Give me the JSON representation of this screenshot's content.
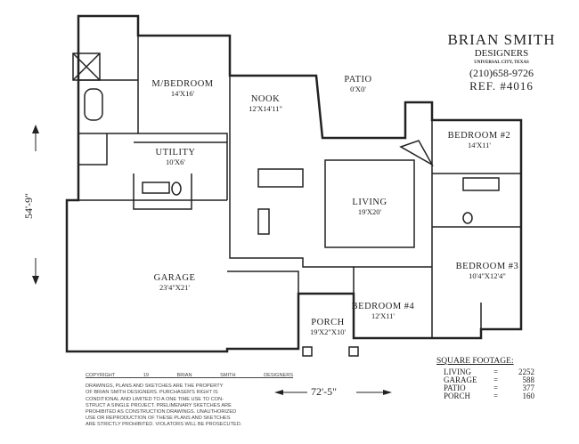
{
  "title": {
    "company": "BRIAN SMITH",
    "sub": "DESIGNERS",
    "city": "UNIVERSAL CITY, TEXAS",
    "phone": "(210)658-9726",
    "ref": "REF. #4016"
  },
  "rooms": [
    {
      "name": "M/BEDROOM",
      "dim": "14'X16'"
    },
    {
      "name": "NOOK",
      "dim": "12'X14'11\""
    },
    {
      "name": "PATIO",
      "dim": "0'X0'"
    },
    {
      "name": "BEDROOM #2",
      "dim": "14'X11'"
    },
    {
      "name": "UTILITY",
      "dim": "10'X6'"
    },
    {
      "name": "LIVING",
      "dim": "19'X20'"
    },
    {
      "name": "GARAGE",
      "dim": "23'4\"X21'"
    },
    {
      "name": "BEDROOM #3",
      "dim": "10'4\"X12'4\""
    },
    {
      "name": "BEDROOM #4",
      "dim": "12'X11'"
    },
    {
      "name": "PORCH",
      "dim": "19'X2\"X10'"
    }
  ],
  "dimensions": {
    "depth": "54'-9\"",
    "width": "72'-5\""
  },
  "copyright": {
    "heading": "COPYRIGHT 19 BRIAN SMITH DESIGNERS",
    "lines": [
      "DRAWINGS, PLANS AND SKETCHES ARE THE PROPERTY",
      "OF BRIAN SMITH DESIGNERS.  PURCHASER'S RIGHT IS",
      "CONDITIONAL AND LIMITED TO A ONE TIME USE TO CON-",
      "STRUCT A SINGLE PROJECT.  PRELIMENARY SKETCHES ARE",
      "PROHIBITED AS CONSTRUCTION DRAWINGS.  UNAUTHORIZED",
      "USE OR REPRODUCTION OF THESE PLANS AND SKETCHES",
      "ARE STRICTLY PROHIBITED.  VIOLATORS WILL BE PROSECUTED."
    ]
  },
  "square_footage": {
    "heading": "SQUARE FOOTAGE:",
    "rows": [
      {
        "label": "LIVING",
        "value": "2252"
      },
      {
        "label": "GARAGE",
        "value": "588"
      },
      {
        "label": "PATIO",
        "value": "377"
      },
      {
        "label": "PORCH",
        "value": "160"
      }
    ]
  }
}
